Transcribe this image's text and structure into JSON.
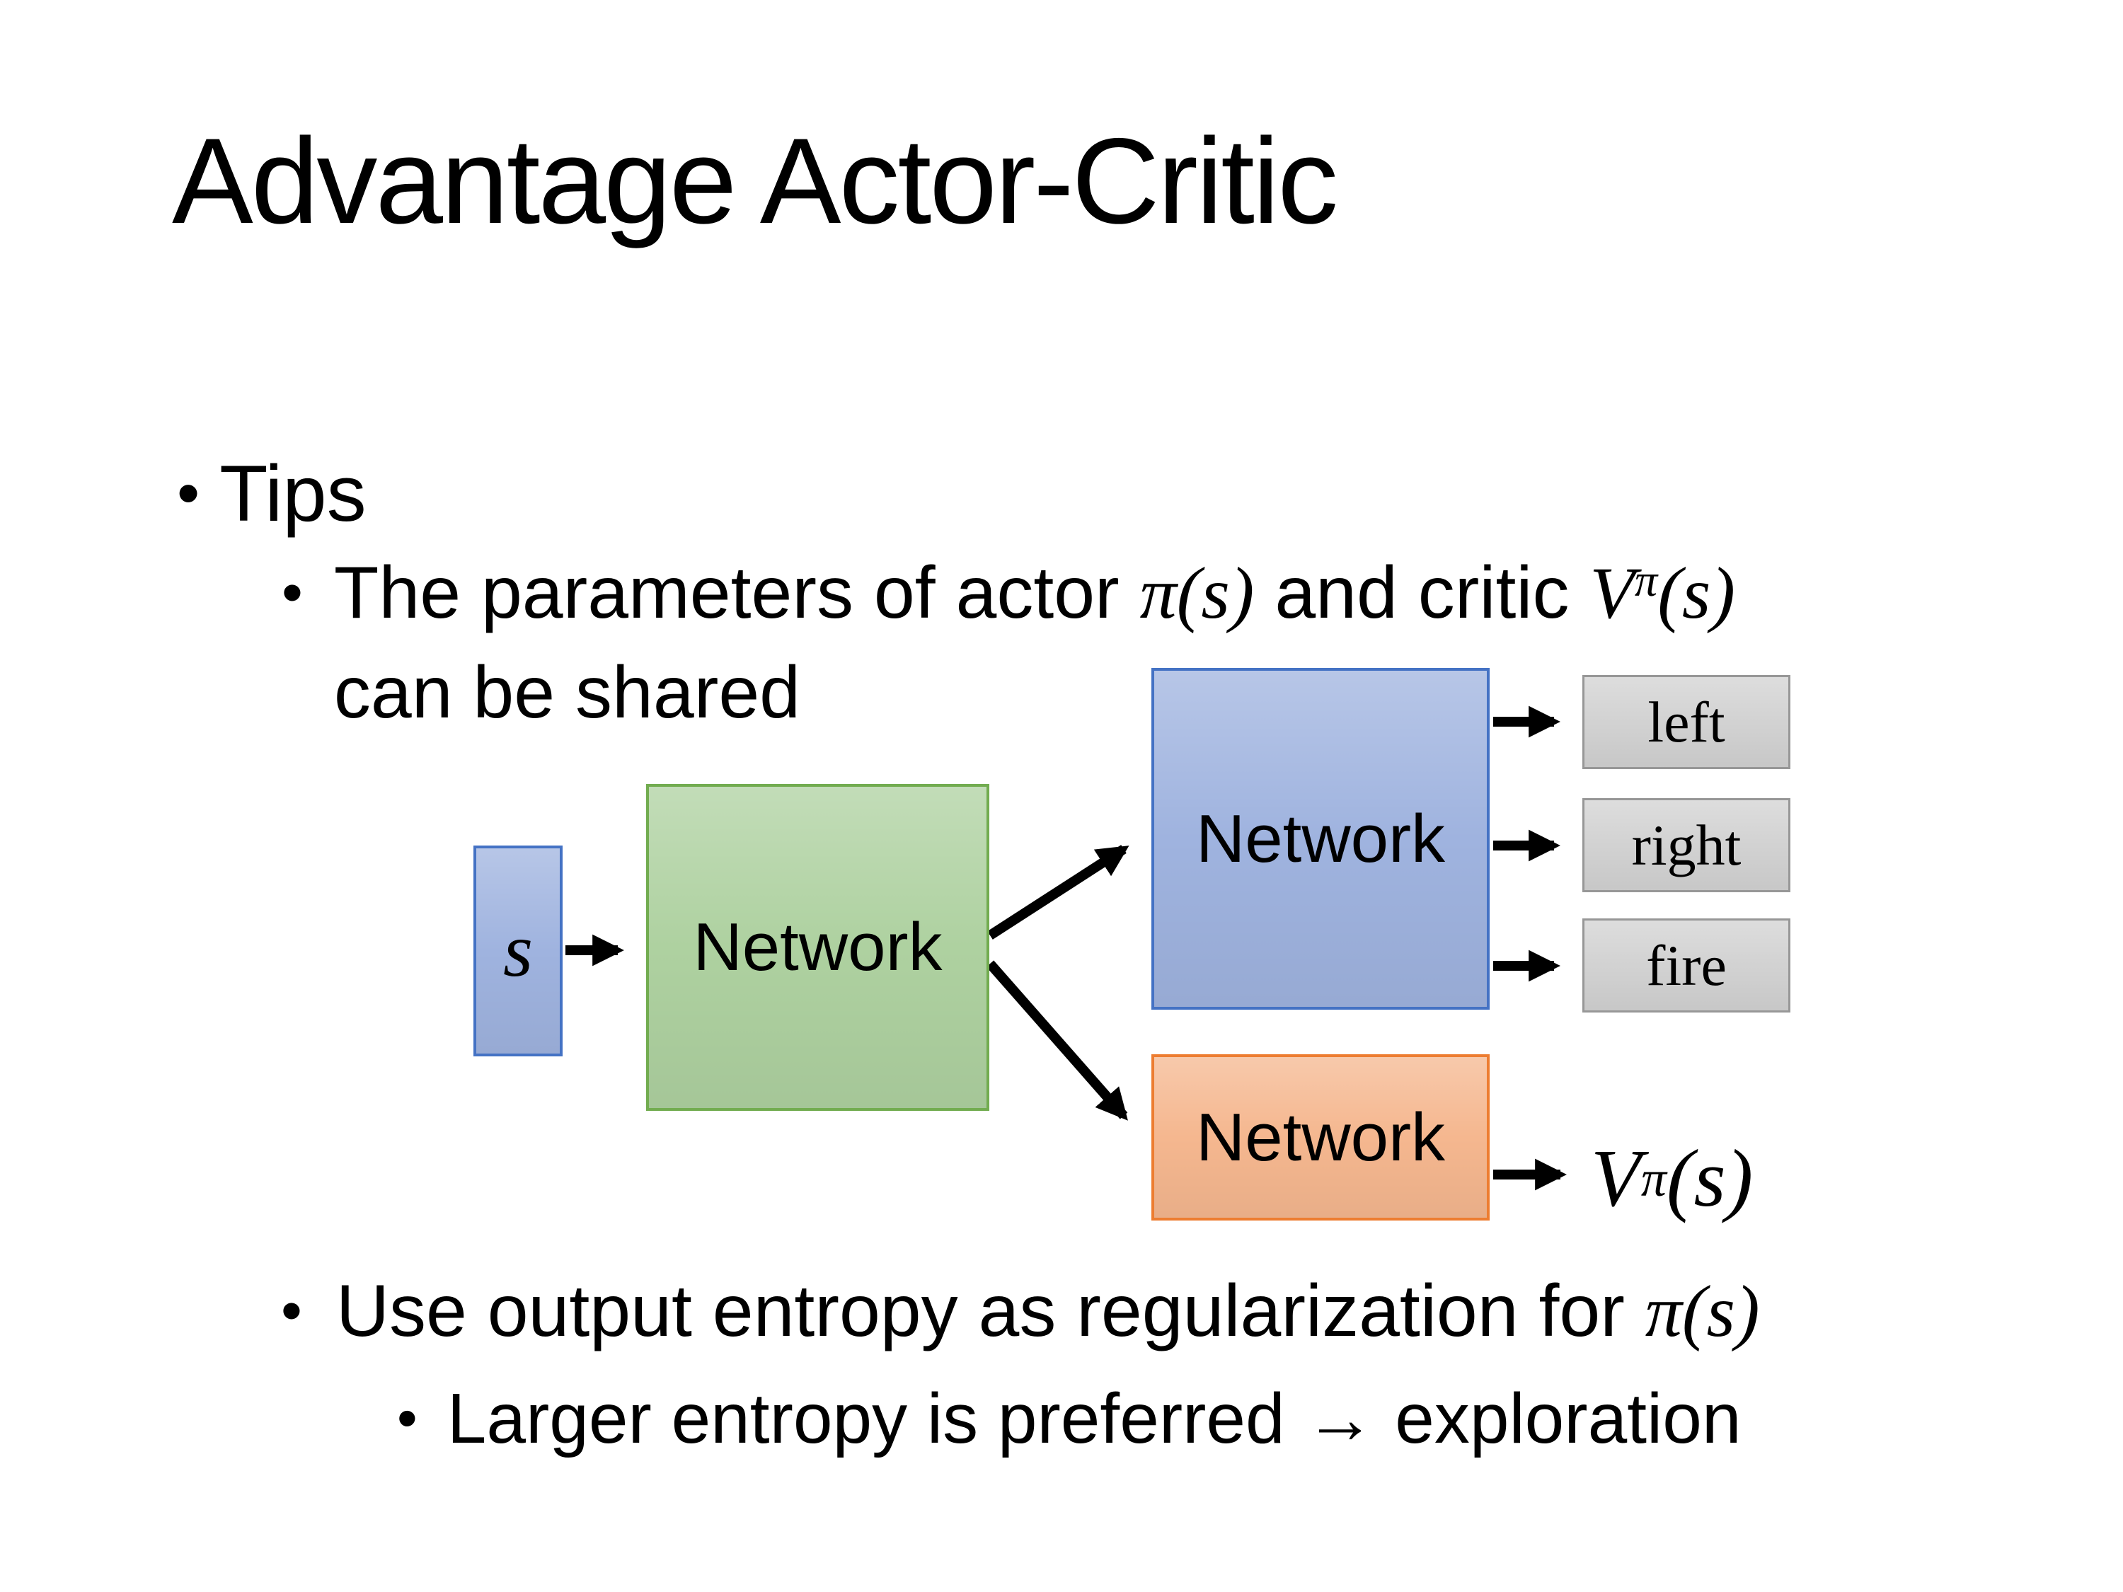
{
  "slide": {
    "title": "Advantage Actor-Critic",
    "bullet_char": "•",
    "tips_label": "Tips",
    "param_bullet": {
      "text1": "The parameters of actor ",
      "math1": "π(s)",
      "text2": "  and critic ",
      "v": "V",
      "v_sup": "π",
      "v_args": "(s)",
      "line2": "can be shared"
    },
    "entropy_bullet": {
      "text1": "Use output entropy as regularization for ",
      "math1": "π(s)"
    },
    "larger_bullet": "Larger entropy is preferred → exploration"
  },
  "diagram": {
    "state_label": "s",
    "shared_network_label": "Network",
    "actor_network_label": "Network",
    "critic_network_label": "Network",
    "actions": [
      "left",
      "right",
      "fire"
    ],
    "critic_output": {
      "v": "V",
      "sup": "π",
      "args": "(s)"
    }
  },
  "colors": {
    "background": "#FFFFFF",
    "text_color": "#000000",
    "arrow_color": "#000000",
    "blue_fill": "#9FB3DF",
    "blue_border": "#4472C4",
    "green_fill": "#AED1A0",
    "green_border": "#72AC50",
    "orange_fill": "#F5B78F",
    "orange_border": "#ED7D31",
    "gray_fill": "#D2D2D2",
    "gray_border": "#979797"
  }
}
